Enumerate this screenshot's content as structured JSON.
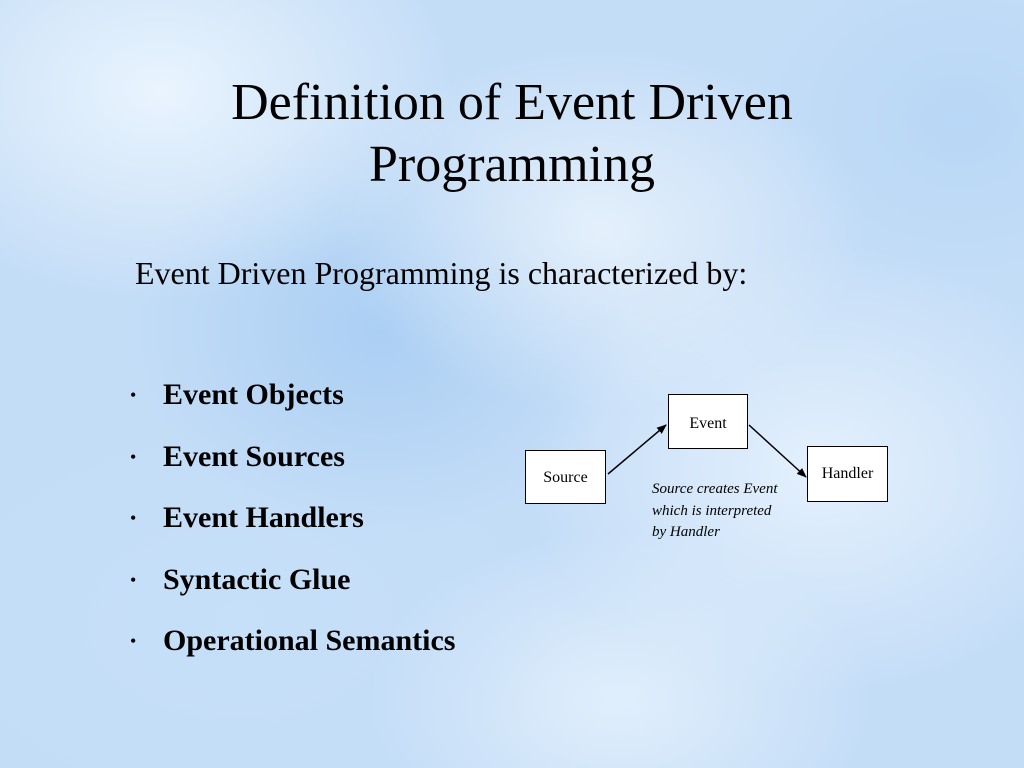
{
  "slide": {
    "title_line1": "Definition of Event Driven",
    "title_line2": "Programming",
    "intro": "Event Driven Programming is characterized by:",
    "bullet_glyph": "•",
    "bullets": [
      "Event Objects",
      "Event Sources",
      "Event Handlers",
      "Syntactic Glue",
      "Operational Semantics"
    ]
  },
  "diagram": {
    "nodes": {
      "event": "Event",
      "source": "Source",
      "handler": "Handler"
    },
    "edges": [
      {
        "from": "source",
        "to": "event"
      },
      {
        "from": "event",
        "to": "handler"
      }
    ],
    "caption": "Source creates Event which is interpreted by Handler"
  }
}
